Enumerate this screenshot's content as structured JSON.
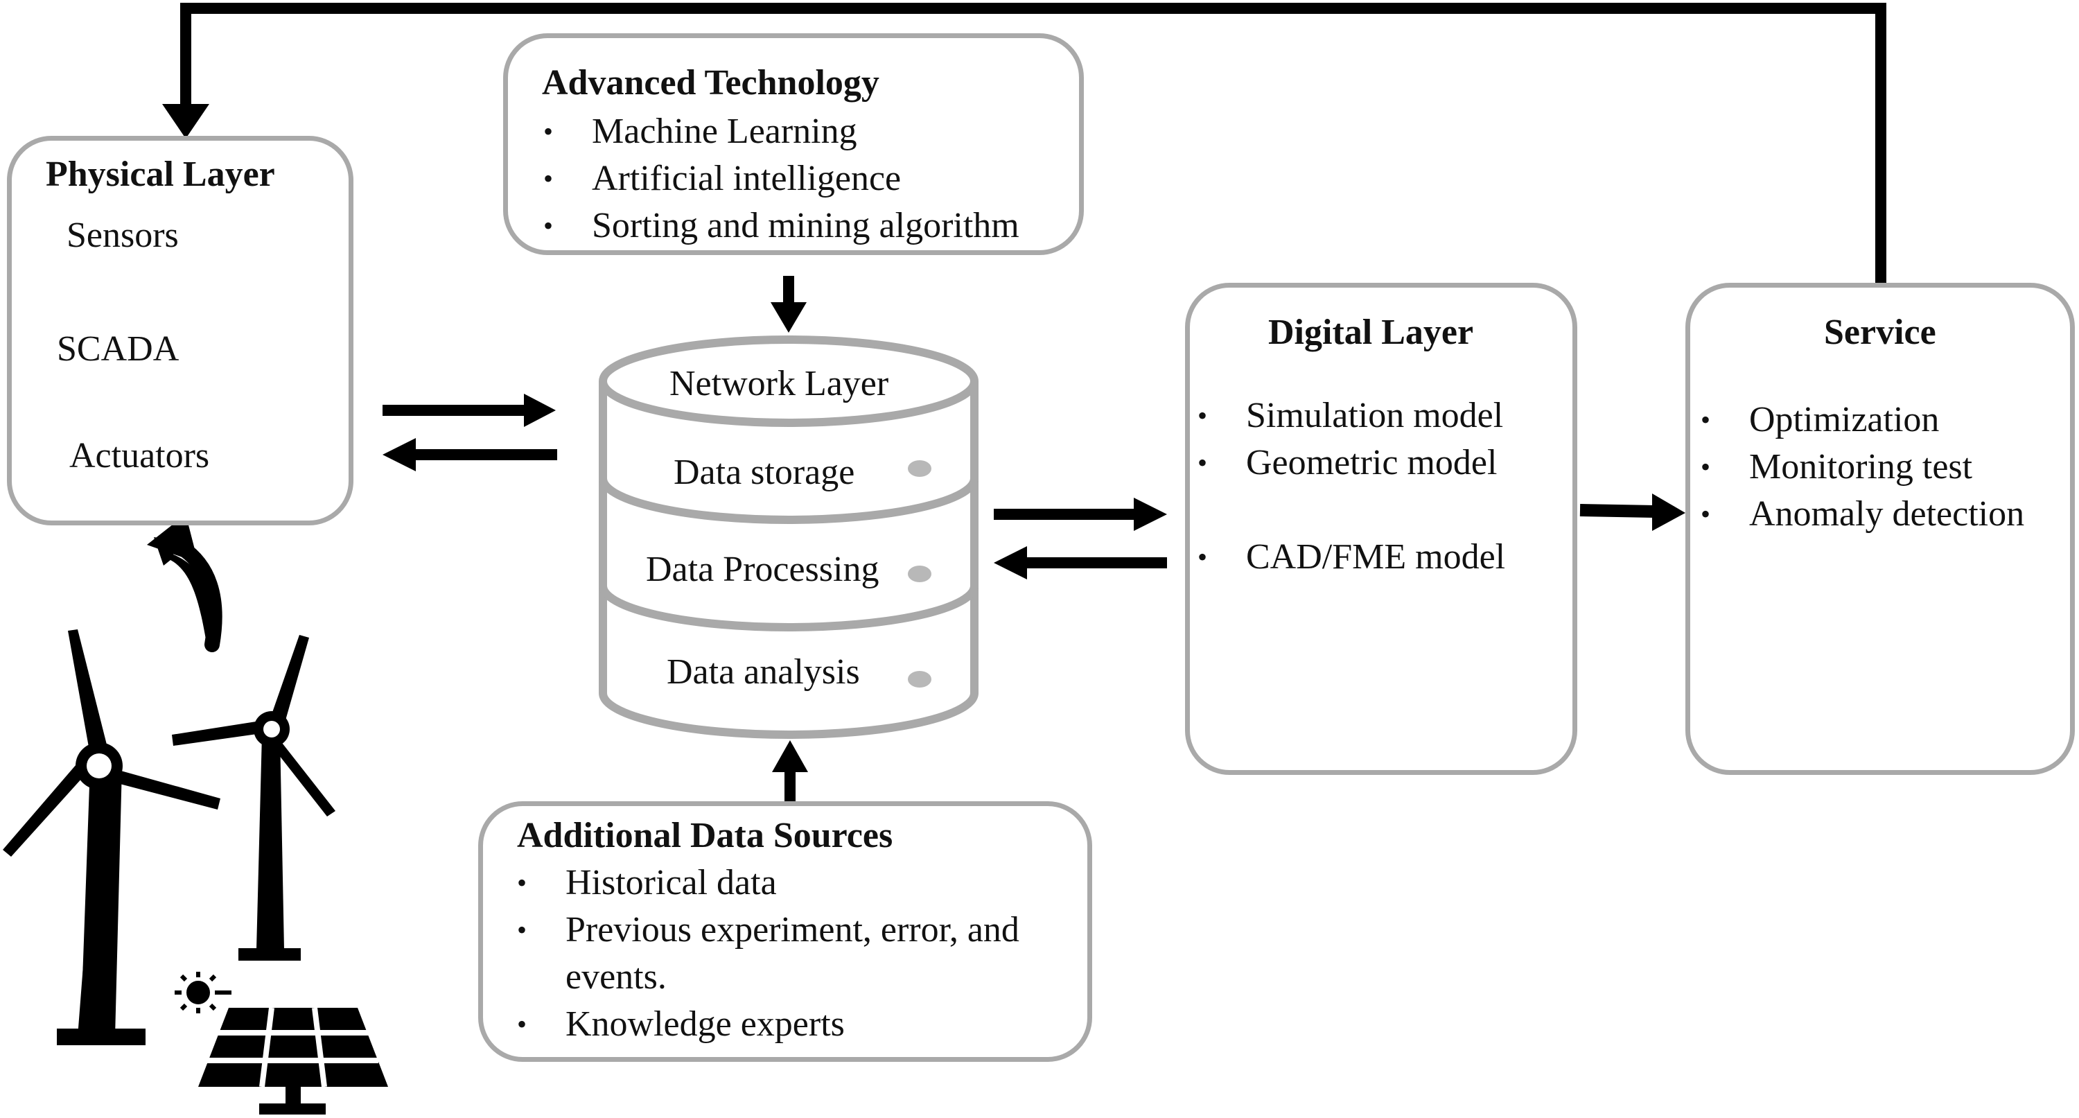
{
  "physical_layer": {
    "title": "Physical Layer",
    "items": [
      "Sensors",
      "SCADA",
      "Actuators"
    ]
  },
  "advanced_technology": {
    "title": "Advanced Technology",
    "items": [
      "Machine Learning",
      "Artificial intelligence",
      "Sorting and mining algorithm"
    ]
  },
  "network_layer": {
    "title": "Network Layer",
    "tiers": [
      "Data storage",
      "Data Processing",
      "Data analysis"
    ]
  },
  "additional_data_sources": {
    "title": "Additional Data Sources",
    "items": [
      "Historical data",
      "Previous experiment, error, and",
      "events.",
      "Knowledge experts"
    ]
  },
  "digital_layer": {
    "title": "Digital Layer",
    "items": [
      "Simulation model",
      "Geometric model",
      "CAD/FME model"
    ]
  },
  "service": {
    "title": "Service",
    "items": [
      "Optimization",
      "Monitoring test",
      "Anomaly detection"
    ]
  },
  "icons": [
    "antenna-icon",
    "robot-arm-icon",
    "wind-turbine-icon",
    "solar-panel-icon",
    "sun-icon",
    "laptop-cube-icon",
    "lightbulb-gear-icon"
  ],
  "colors": {
    "stroke": "#000000",
    "box_border": "#a9a9a9",
    "cylinder": "#a9a9a9"
  }
}
